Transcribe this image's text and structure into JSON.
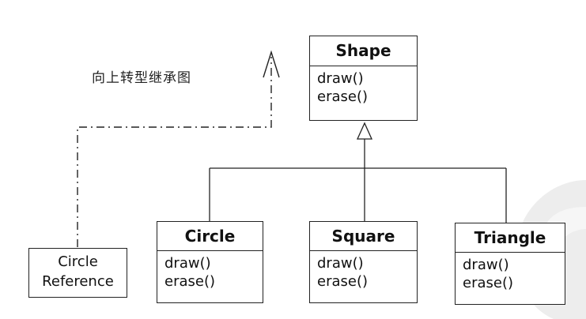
{
  "caption": "向上转型继承图",
  "base_class": {
    "name": "Shape",
    "methods": [
      "draw()",
      "erase()"
    ]
  },
  "derived_classes": [
    {
      "name": "Circle",
      "methods": [
        "draw()",
        "erase()"
      ]
    },
    {
      "name": "Square",
      "methods": [
        "draw()",
        "erase()"
      ]
    },
    {
      "name": "Triangle",
      "methods": [
        "draw()",
        "erase()"
      ]
    }
  ],
  "reference_box": {
    "line1": "Circle",
    "line2": "Reference"
  },
  "colors": {
    "line": "#222222",
    "watermark": "#ececec"
  }
}
